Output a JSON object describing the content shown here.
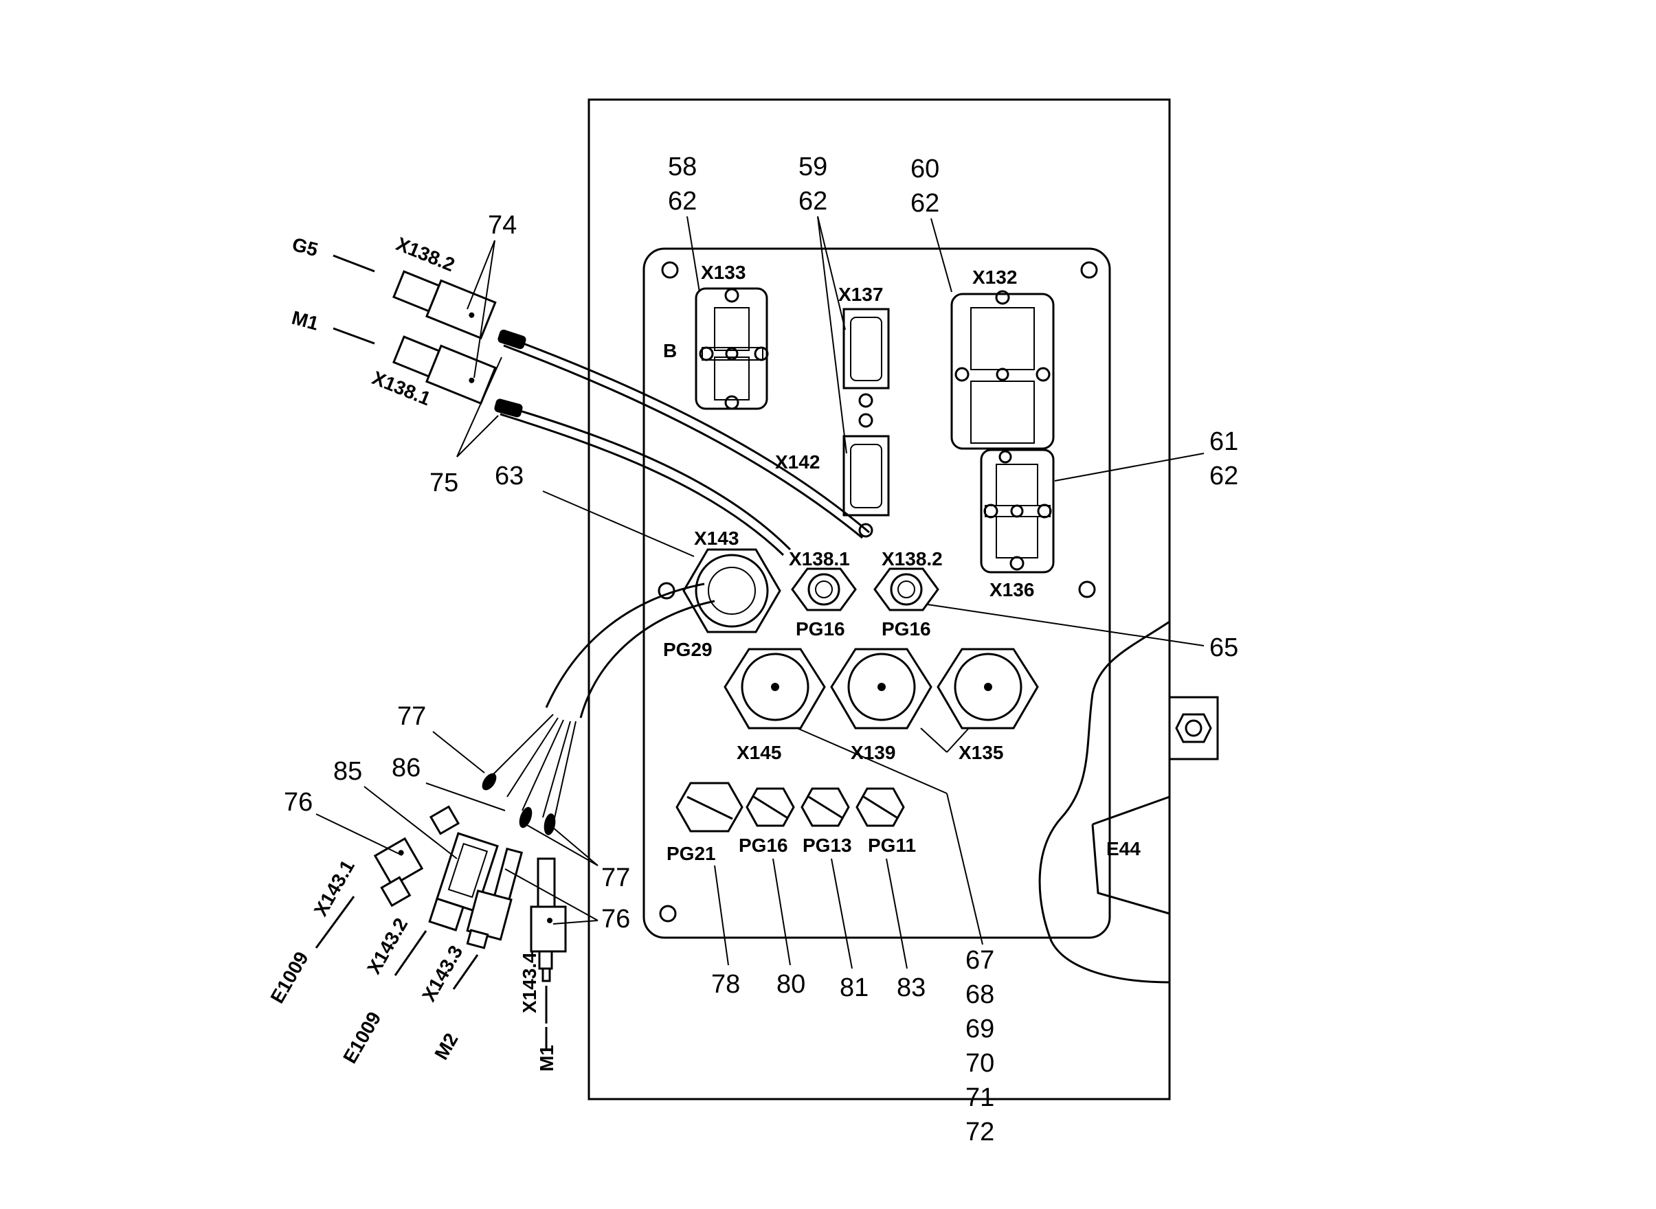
{
  "refs": {
    "r58": "58",
    "r59": "59",
    "r60": "60",
    "r61": "61",
    "r62": "62",
    "r63": "63",
    "r65": "65",
    "r67": "67",
    "r68": "68",
    "r69": "69",
    "r70": "70",
    "r71": "71",
    "r72": "72",
    "r74": "74",
    "r75": "75",
    "r76": "76",
    "r77": "77",
    "r78": "78",
    "r80": "80",
    "r81": "81",
    "r83": "83",
    "r85": "85",
    "r86": "86"
  },
  "connectors": {
    "x133": "X133",
    "x137": "X137",
    "x132": "X132",
    "x142": "X142",
    "x136": "X136",
    "x143": "X143",
    "x138_1": "X138.1",
    "x138_2": "X138.2",
    "x145": "X145",
    "x139": "X139",
    "x135": "X135",
    "x143_1": "X143.1",
    "x143_2": "X143.2",
    "x143_3": "X143.3",
    "x143_4": "X143.4",
    "b": "B"
  },
  "glands": {
    "pg29": "PG29",
    "pg16": "PG16",
    "pg21": "PG21",
    "pg13": "PG13",
    "pg11": "PG11"
  },
  "devices": {
    "g5": "G5",
    "m1": "M1",
    "m2": "M2",
    "e1009": "E1009",
    "e44": "E44"
  }
}
